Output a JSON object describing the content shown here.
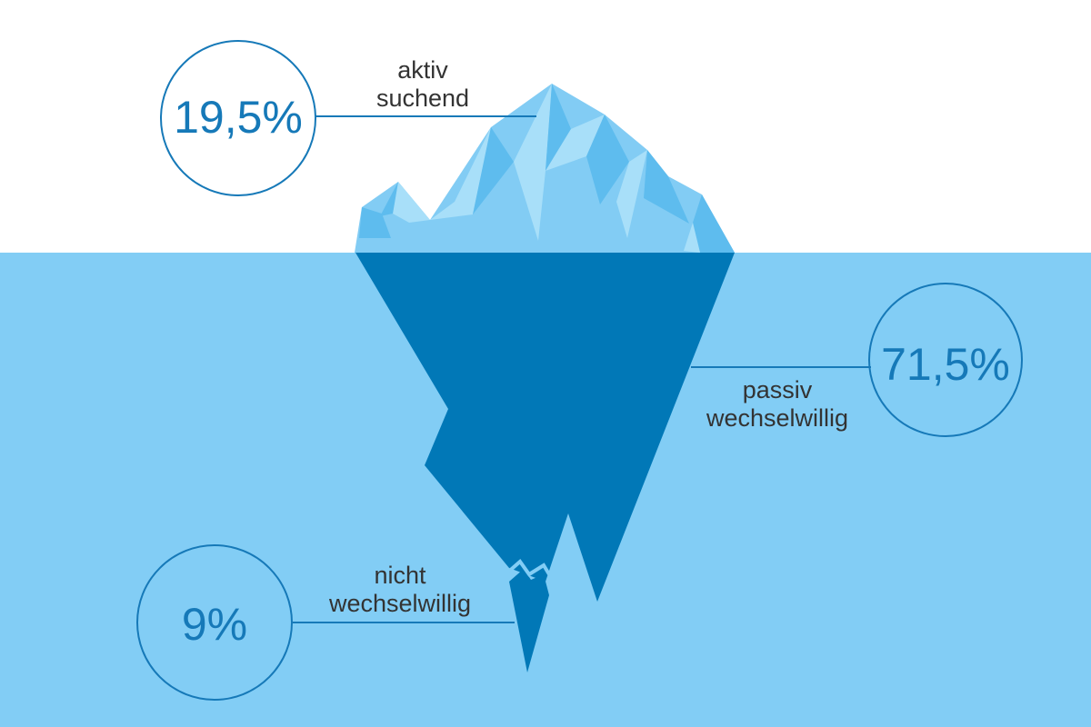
{
  "colors": {
    "background": "#ffffff",
    "water": "#82cdf5",
    "ice_light": "#a8dff9",
    "ice_mid": "#82ccf4",
    "ice_dark": "#5ebcee",
    "iceberg_underwater": "#0178b7",
    "accent": "#1679b8",
    "label_text": "#333333"
  },
  "segments": [
    {
      "id": "aktiv-suchend",
      "value": 19.5,
      "value_label": "19,5%",
      "label_lines": [
        "aktiv",
        "suchend"
      ]
    },
    {
      "id": "passiv-wechselwillig",
      "value": 71.5,
      "value_label": "71,5%",
      "label_lines": [
        "passiv",
        "wechselwillig"
      ]
    },
    {
      "id": "nicht-wechselwillig",
      "value": 9,
      "value_label": "9%",
      "label_lines": [
        "nicht",
        "wechselwillig"
      ]
    }
  ]
}
